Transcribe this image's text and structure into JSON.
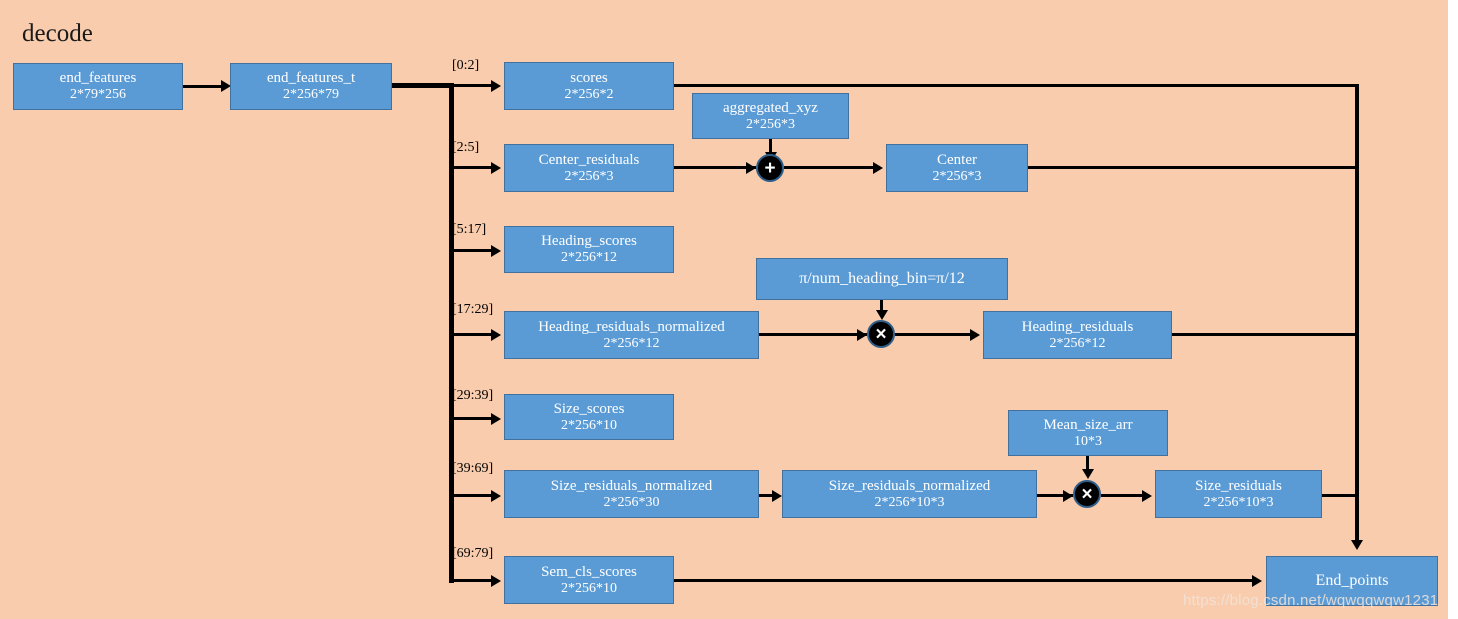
{
  "diagram": {
    "title": "decode",
    "background_color": "#F8CCAC",
    "node_color": "#5B9BD5",
    "node_border_color": "#41719C",
    "node_text_color": "#FFFFFF",
    "edge_color": "#000000",
    "watermark": "https://blog.csdn.net/wqwqqwqw1231"
  },
  "nodes": {
    "end_features": {
      "label": "end_features",
      "shape": "2*79*256"
    },
    "end_features_t": {
      "label": "end_features_t",
      "shape": "2*256*79"
    },
    "scores": {
      "label": "scores",
      "shape": "2*256*2"
    },
    "aggregated_xyz": {
      "label": "aggregated_xyz",
      "shape": "2*256*3"
    },
    "center_residuals": {
      "label": "Center_residuals",
      "shape": "2*256*3"
    },
    "center": {
      "label": "Center",
      "shape": "2*256*3"
    },
    "heading_scores": {
      "label": "Heading_scores",
      "shape": "2*256*12"
    },
    "heading_bin_const": {
      "label": "π/num_heading_bin=π/12",
      "shape": ""
    },
    "heading_residuals_norm": {
      "label": "Heading_residuals_normalized",
      "shape": "2*256*12"
    },
    "heading_residuals": {
      "label": "Heading_residuals",
      "shape": "2*256*12"
    },
    "size_scores": {
      "label": "Size_scores",
      "shape": "2*256*10"
    },
    "mean_size_arr": {
      "label": "Mean_size_arr",
      "shape": "10*3"
    },
    "size_residuals_norm_30": {
      "label": "Size_residuals_normalized",
      "shape": "2*256*30"
    },
    "size_residuals_norm_103": {
      "label": "Size_residuals_normalized",
      "shape": "2*256*10*3"
    },
    "size_residuals": {
      "label": "Size_residuals",
      "shape": "2*256*10*3"
    },
    "sem_cls_scores": {
      "label": "Sem_cls_scores",
      "shape": "2*256*10"
    },
    "end_points": {
      "label": "End_points",
      "shape": ""
    }
  },
  "slices": {
    "s0": "[0:2]",
    "s1": "[2:5]",
    "s2": "[5:17]",
    "s3": "[17:29]",
    "s4": "[29:39]",
    "s5": "[39:69]",
    "s6": "[69:79]"
  },
  "operators": {
    "add_center": "+",
    "mul_heading": "×",
    "mul_size": "×"
  }
}
